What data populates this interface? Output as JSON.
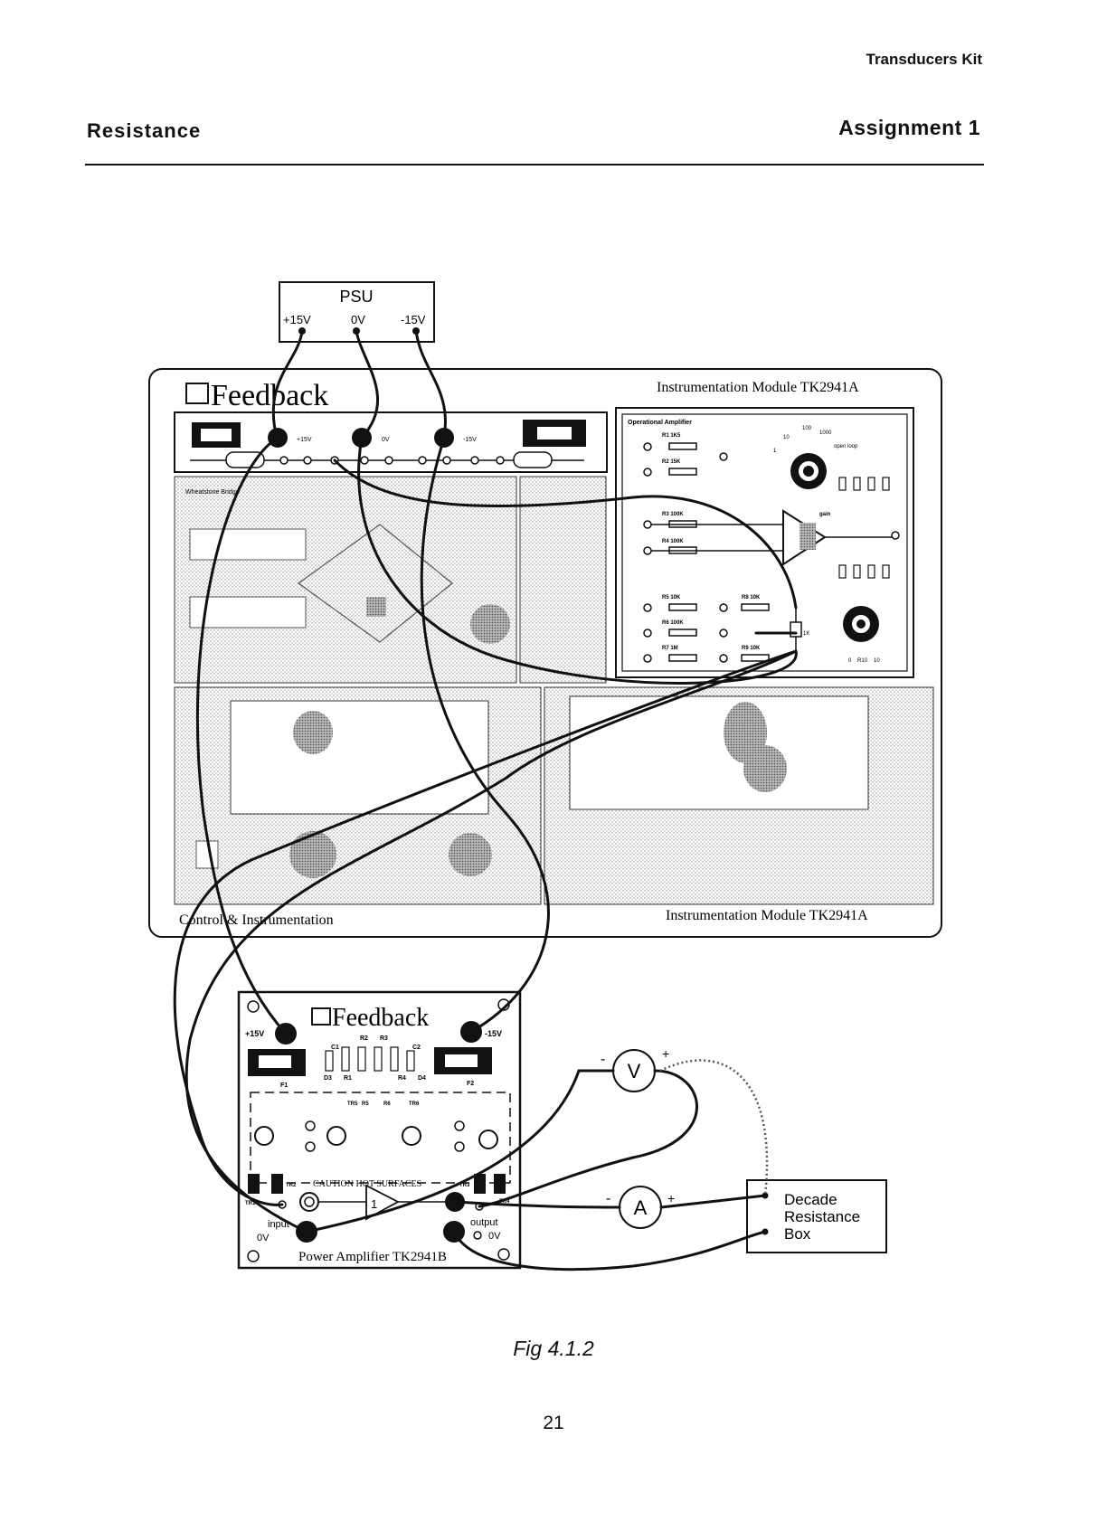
{
  "header": {
    "kit_title": "Transducers Kit",
    "section_title": "Resistance",
    "assignment": "Assignment 1"
  },
  "figure": {
    "psu": {
      "title": "PSU",
      "terminals": [
        "+15V",
        "0V",
        "-15V"
      ]
    },
    "main_module": {
      "brand": "Feedback",
      "name_top": "Instrumentation Module TK2941A",
      "name_bottom": "Instrumentation Module TK2941A",
      "footer_left": "Control & Instrumentation",
      "rail_labels": [
        "+15V",
        "0V",
        "-15V"
      ],
      "wheatstone_label": "Wheatstone Bridge",
      "opamp_panel": {
        "title": "Operational Amplifier",
        "resistors": [
          "R1 1K5",
          "R2 15K",
          "R3 100K",
          "R4 100K",
          "R5 10K",
          "R6 100K",
          "R7 1M",
          "R8 10K",
          "R9 10K"
        ],
        "pot_label": "1K",
        "gain_dial": [
          "1",
          "10",
          "100",
          "1000",
          "open loop"
        ],
        "gain_label": "gain",
        "offset_dial": [
          "0",
          "R10",
          "10"
        ]
      }
    },
    "power_amp": {
      "brand": "Feedback",
      "name": "Power Amplifier TK2941B",
      "plus_label": "+15V",
      "minus_label": "-15V",
      "caution": "CAUTION HOT SURFACES",
      "input_label": "input",
      "output_label": "output",
      "zero_left": "0V",
      "zero_right": "0V",
      "amp_gain": "1",
      "small_labels": [
        "F1",
        "F2",
        "R2",
        "R3",
        "R1",
        "D3",
        "D4",
        "C1",
        "C2",
        "R4",
        "TR1",
        "TR2",
        "TR3",
        "TR4",
        "TR5",
        "TR6",
        "R5",
        "R6"
      ]
    },
    "voltmeter": {
      "symbol": "V",
      "minus": "-",
      "plus": "+"
    },
    "ammeter": {
      "symbol": "A",
      "minus": "-",
      "plus": "+"
    },
    "decade_box": {
      "line1": "Decade",
      "line2": "Resistance",
      "line3": "Box"
    }
  },
  "caption": "Fig 4.1.2",
  "page_number": "21"
}
